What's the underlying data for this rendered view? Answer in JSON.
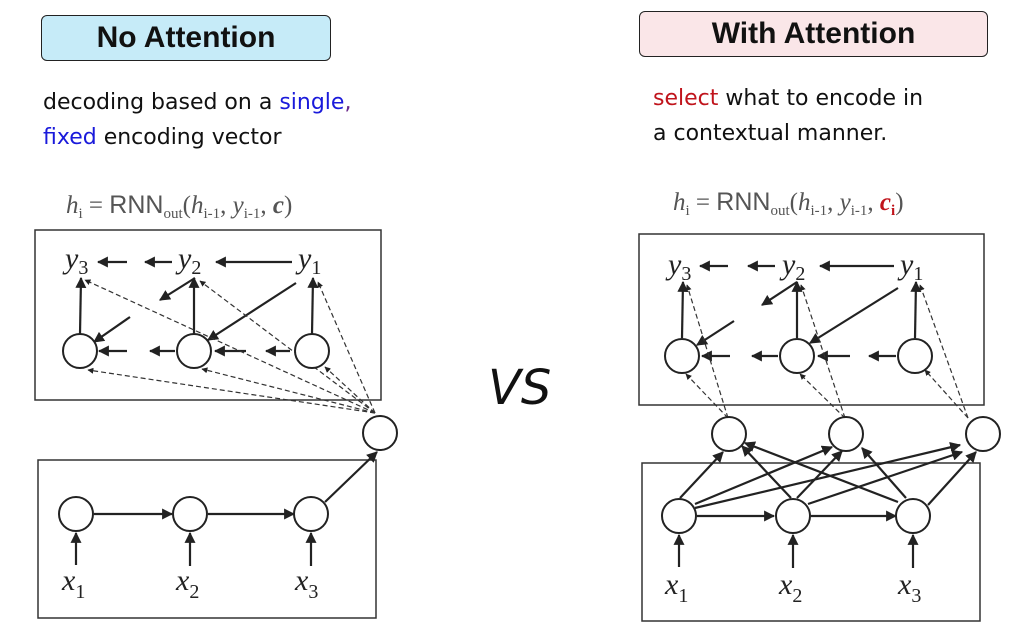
{
  "left_panel": {
    "title": "No Attention",
    "title_bg": "#c6ebf8",
    "description": {
      "line1_prefix": "decoding based on a ",
      "line1_highlight": "single",
      "line1_comma": ",",
      "line2_highlight": "fixed",
      "line2_suffix": " encoding vector"
    },
    "formula": {
      "lhs": "h",
      "lhs_sub": "i",
      "eq": " = ",
      "fn": "RNN",
      "fn_sub": "out",
      "open": "(",
      "arg1": "h",
      "arg1_sub": "i-1",
      "sep1": ", ",
      "arg2": "y",
      "arg2_sub": "i-1",
      "sep2": ", ",
      "arg3": "c",
      "close": ")"
    },
    "outputs": [
      {
        "var": "y",
        "sub": "3"
      },
      {
        "var": "y",
        "sub": "2"
      },
      {
        "var": "y",
        "sub": "1"
      }
    ],
    "inputs": [
      {
        "var": "x",
        "sub": "1"
      },
      {
        "var": "x",
        "sub": "2"
      },
      {
        "var": "x",
        "sub": "3"
      }
    ]
  },
  "right_panel": {
    "title": "With Attention",
    "title_bg": "#fae6e8",
    "description": {
      "line1_highlight": "select",
      "line1_suffix": " what to encode in",
      "line2": "a contextual manner."
    },
    "formula": {
      "lhs": "h",
      "lhs_sub": "i",
      "eq": " = ",
      "fn": "RNN",
      "fn_sub": "out",
      "open": "(",
      "arg1": "h",
      "arg1_sub": "i-1",
      "sep1": ", ",
      "arg2": "y",
      "arg2_sub": "i-1",
      "sep2": ", ",
      "arg3": "c",
      "arg3_sub": "i",
      "close": ")"
    },
    "outputs": [
      {
        "var": "y",
        "sub": "3"
      },
      {
        "var": "y",
        "sub": "2"
      },
      {
        "var": "y",
        "sub": "1"
      }
    ],
    "inputs": [
      {
        "var": "x",
        "sub": "1"
      },
      {
        "var": "x",
        "sub": "2"
      },
      {
        "var": "x",
        "sub": "3"
      }
    ]
  },
  "vs_label": "VS",
  "colors": {
    "highlight_blue": "#1a1adb",
    "highlight_red": "#c0141c",
    "stroke": "#222222"
  }
}
